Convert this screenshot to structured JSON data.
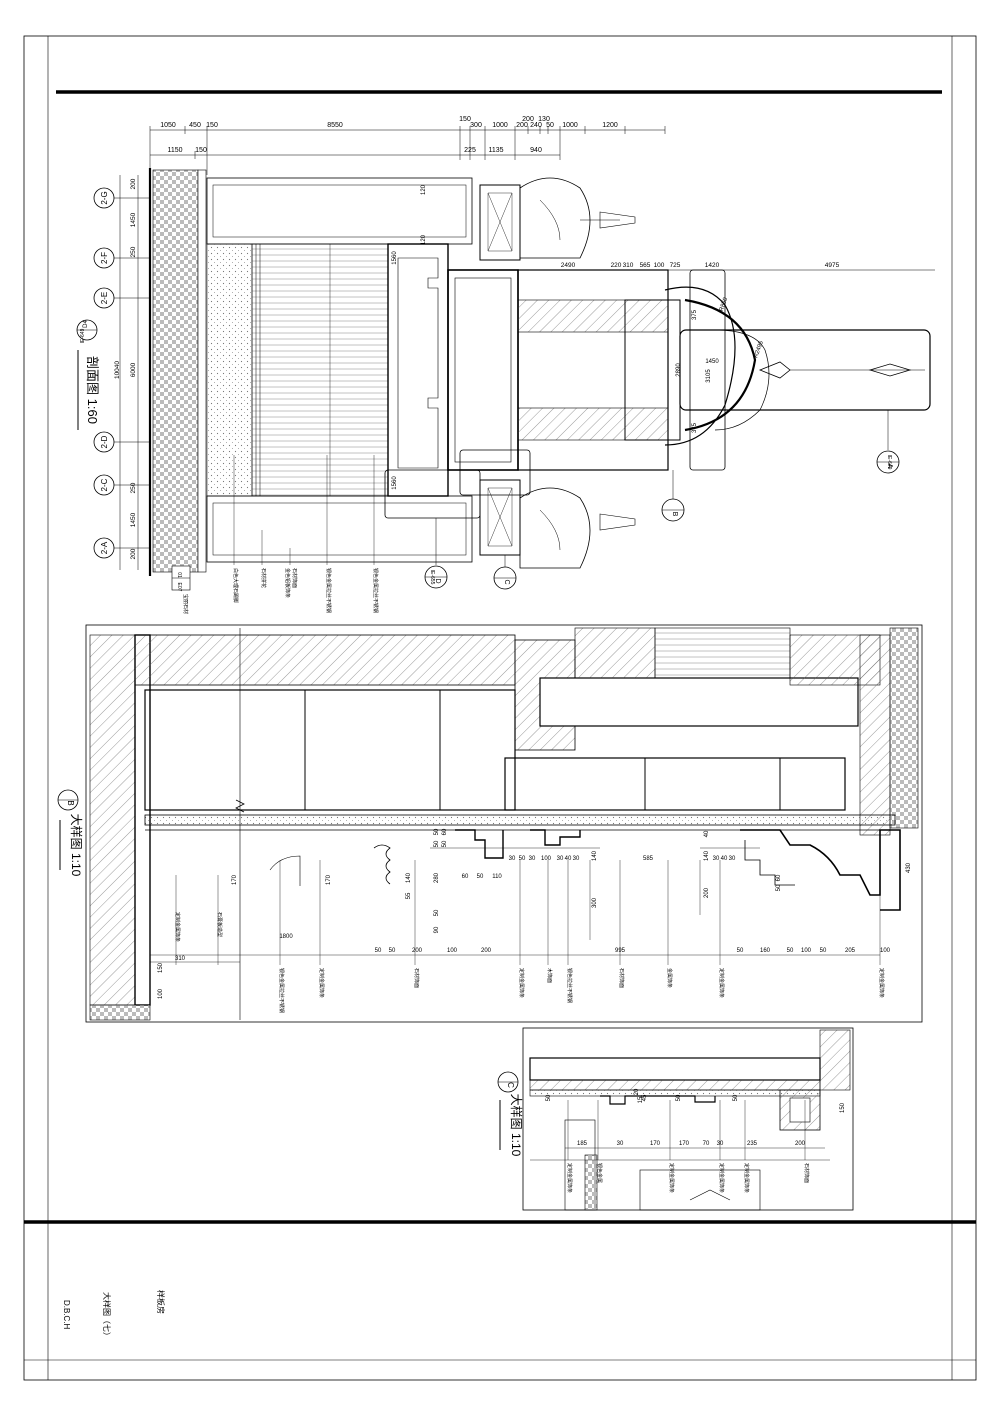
{
  "sheet": {
    "colors": {
      "line": "#000000",
      "paper": "#ffffff",
      "hatch": "#555555"
    }
  },
  "section_1_60": {
    "title": "剖面图 1:60",
    "ref_top": "D4",
    "ref_bottom": "IE-649",
    "axes": [
      "2-G",
      "2-F",
      "2-E",
      "2-D",
      "2-C",
      "2-A"
    ],
    "top_dims_row1": [
      "1050",
      "450",
      "150",
      "8550",
      "150",
      "300",
      "1000",
      "200",
      "200",
      "240",
      "130",
      "50",
      "1000",
      "1200"
    ],
    "top_dims_row2": [
      "1150",
      "150",
      "225",
      "1135",
      "940"
    ],
    "left_dims": [
      "200",
      "1450",
      "250",
      "6000",
      "10040",
      "250",
      "1450",
      "200"
    ],
    "right_dims": [
      "2490",
      "220",
      "310",
      "565",
      "100",
      "725",
      "1420",
      "4975"
    ],
    "inner_dims": [
      "2890",
      "3105",
      "1450",
      "375",
      "375",
      "1560",
      "1560",
      "120",
      "120"
    ],
    "radius_labels": [
      "R850",
      "R2495"
    ],
    "callouts": [
      {
        "letter": "A",
        "sheet": "IE-649"
      },
      {
        "letter": "B",
        "sheet": ""
      },
      {
        "letter": "C",
        "sheet": ""
      },
      {
        "letter": "D",
        "sheet": "IE-655"
      },
      {
        "letter": "01",
        "sheet": "E07"
      }
    ],
    "notes": [
      "白色大理石踢脚",
      "石材拼花",
      "金色铝板饰条",
      "石材饰面",
      "银色金属拉丝不锈钢",
      "银色金属拉丝不锈钢"
    ],
    "note_bottom": "宝丽石材"
  },
  "detail_B": {
    "title": "大样图 1:10",
    "letter": "B",
    "dims_upper": [
      "50",
      "50",
      "50",
      "60",
      "30",
      "50",
      "30",
      "100",
      "30",
      "40",
      "30",
      "140",
      "585",
      "40",
      "140",
      "30",
      "40",
      "30",
      "50",
      "60",
      "430"
    ],
    "dims_mid": [
      "170",
      "170",
      "140",
      "55",
      "280",
      "60",
      "50",
      "110",
      "300",
      "200"
    ],
    "dims_lower": [
      "50",
      "90",
      "1800",
      "50",
      "50",
      "200",
      "100",
      "200",
      "995",
      "50",
      "160",
      "50",
      "100",
      "50",
      "205",
      "100"
    ],
    "dims_left": [
      "310",
      "150",
      "100"
    ],
    "notes": [
      "定制金属饰条",
      "石膏板造型",
      "银色金属拉丝不锈钢",
      "定制金属饰条",
      "石材饰面",
      "定制金属饰条",
      "木饰面",
      "银色拉丝不锈钢",
      "石材饰面",
      "金属饰条",
      "定制金属饰条",
      "定制金属饰条"
    ]
  },
  "detail_C": {
    "title": "大样图 1:10",
    "letter": "C",
    "dims": [
      "50",
      "20",
      "15",
      "45",
      "50",
      "50",
      "150",
      "185",
      "30",
      "170",
      "170",
      "70",
      "30",
      "235",
      "200"
    ],
    "notes": [
      "定制金属饰条",
      "银色金属",
      "定制金属饰条",
      "定制金属饰条",
      "定制金属饰条",
      "石材饰面"
    ]
  },
  "title_block": {
    "project": "样板房",
    "drawing": "大样图（七）",
    "code": "D.B.C.H"
  }
}
